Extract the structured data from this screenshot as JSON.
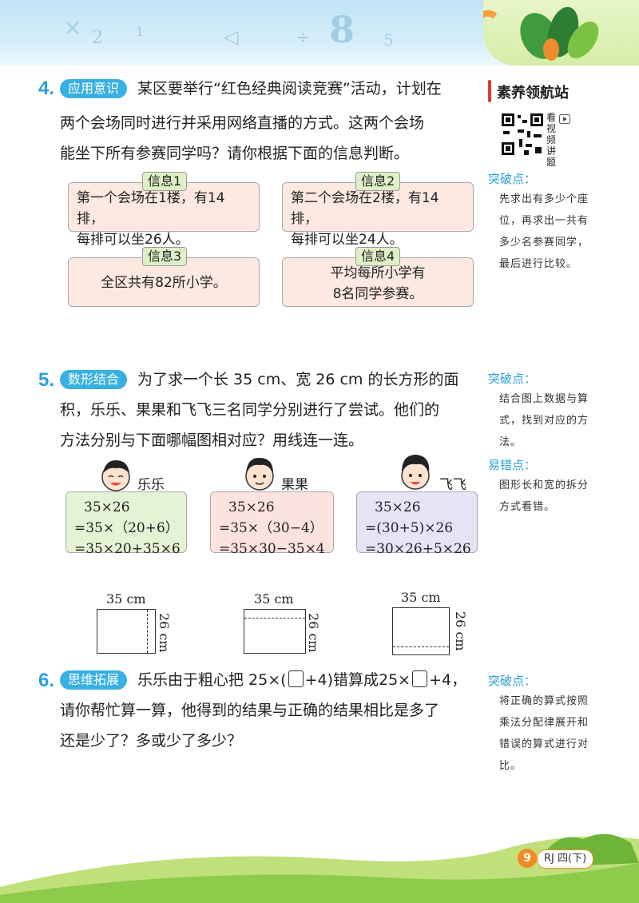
{
  "header": {
    "deco_glyphs": [
      "×",
      "2",
      "1",
      "◁",
      "÷",
      "8",
      "5"
    ]
  },
  "side_panel": {
    "title": "素养领航站",
    "qr_label": "看视频讲题",
    "q4_head": "突破点：",
    "q4_tip": "先求出有多少个座位，再求出一共有多少名参赛同学，最后进行比较。",
    "q5_head1": "突破点：",
    "q5_tip1": "结合图上数据与算式，找到对应的方法。",
    "q5_head2": "易错点：",
    "q5_tip2": "图形长和宽的拆分方式看错。",
    "q6_head": "突破点：",
    "q6_tip": "将正确的算式按照乘法分配律展开和错误的算式进行对比。"
  },
  "q4": {
    "num": "4.",
    "tag": "应用意识",
    "line1": "某区要举行“红色经典阅读竞赛”活动，计划在",
    "line2": "两个会场同时进行并采用网络直播的方式。这两个会场",
    "line3": "能坐下所有参赛同学吗？请你根据下面的信息判断。",
    "info": [
      {
        "title": "信息1",
        "l1": "第一个会场在1楼，有14排，",
        "l2": "每排可以坐26人。"
      },
      {
        "title": "信息2",
        "l1": "第二个会场在2楼，有14排，",
        "l2": "每排可以坐24人。"
      },
      {
        "title": "信息3",
        "l1": "全区共有82所小学。",
        "l2": ""
      },
      {
        "title": "信息4",
        "l1": "平均每所小学有",
        "l2": "8名同学参赛。"
      }
    ]
  },
  "q5": {
    "num": "5.",
    "tag": "数形结合",
    "line1": "为了求一个长 35 cm、宽 26 cm 的长方形的面",
    "line2": "积，乐乐、果果和飞飞三名同学分别进行了尝试。他们的",
    "line3": "方法分别与下面哪幅图相对应？用线连一连。",
    "students": [
      {
        "name": "乐乐",
        "l1": "35×26",
        "l2": "=35×（20+6）",
        "l3": "=35×20+35×6",
        "color": "#e4f3d4"
      },
      {
        "name": "果果",
        "l1": "35×26",
        "l2": "=35×（30−4）",
        "l3": "=35×30−35×4",
        "color": "#fde3df"
      },
      {
        "name": "飞飞",
        "l1": "35×26",
        "l2": "=(30+5)×26",
        "l3": "=30×26+5×26",
        "color": "#e6e5f8"
      }
    ],
    "figure_len": "35 cm",
    "figure_wid": "26 cm"
  },
  "q6": {
    "num": "6.",
    "tag": "思维拓展",
    "line1_a": "乐乐由于粗心把 25×(",
    "line1_b": "+4)错算成25×",
    "line1_c": "+4，",
    "line2": "请你帮忙算一算，他得到的结果与正确的结果相比是多了",
    "line3": "还是少了？多或少了多少？"
  },
  "footer": {
    "page_num": "9",
    "edition": "RJ 四(下)"
  }
}
